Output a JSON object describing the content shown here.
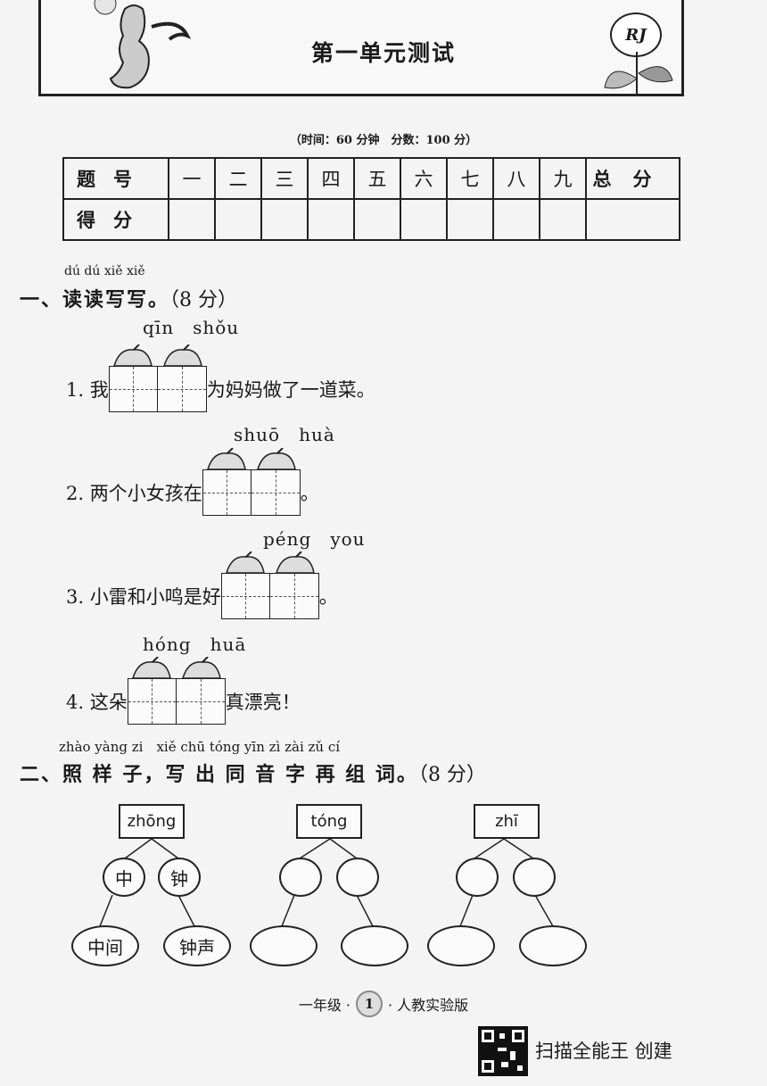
{
  "header": {
    "title": "第一单元测试",
    "badge": "RJ"
  },
  "exam_info": "（时间：60 分钟　分数：100 分）",
  "score_table": {
    "row1_label": "题号",
    "columns": [
      "一",
      "二",
      "三",
      "四",
      "五",
      "六",
      "七",
      "八",
      "九"
    ],
    "total_label": "总分",
    "row2_label": "得分"
  },
  "section1": {
    "pinyin": "dú dú xiě xiě",
    "title": "一、读读写写。",
    "points": "（8 分）",
    "items": [
      {
        "pinyin": "qīn　shǒu",
        "prefix": "1. 我",
        "suffix": "为妈妈做了一道菜。"
      },
      {
        "pinyin": "shuō　huà",
        "prefix": "2. 两个小女孩在",
        "suffix": "。"
      },
      {
        "pinyin": "péng　you",
        "prefix": "3. 小雷和小鸣是好",
        "suffix": "。"
      },
      {
        "pinyin": "hóng　huā",
        "prefix": "4. 这朵",
        "suffix": "真漂亮！"
      }
    ]
  },
  "section2": {
    "pinyin": "zhào yàng zi　xiě chū tóng yīn zì zài zǔ cí",
    "title": "二、照 样 子，写 出 同 音 字 再 组 词。",
    "points": "（8 分）",
    "trees": [
      {
        "root": "zhōng",
        "chars": [
          "中",
          "钟"
        ],
        "words": [
          "中间",
          "钟声"
        ]
      },
      {
        "root": "tóng",
        "chars": [
          "",
          ""
        ],
        "words": [
          "",
          ""
        ]
      },
      {
        "root": "zhī",
        "chars": [
          "",
          ""
        ],
        "words": [
          "",
          ""
        ]
      }
    ]
  },
  "footer": {
    "left": "一年级 ·",
    "page": "1",
    "right": "· 人教实验版"
  },
  "scanner": "扫描全能王 创建"
}
